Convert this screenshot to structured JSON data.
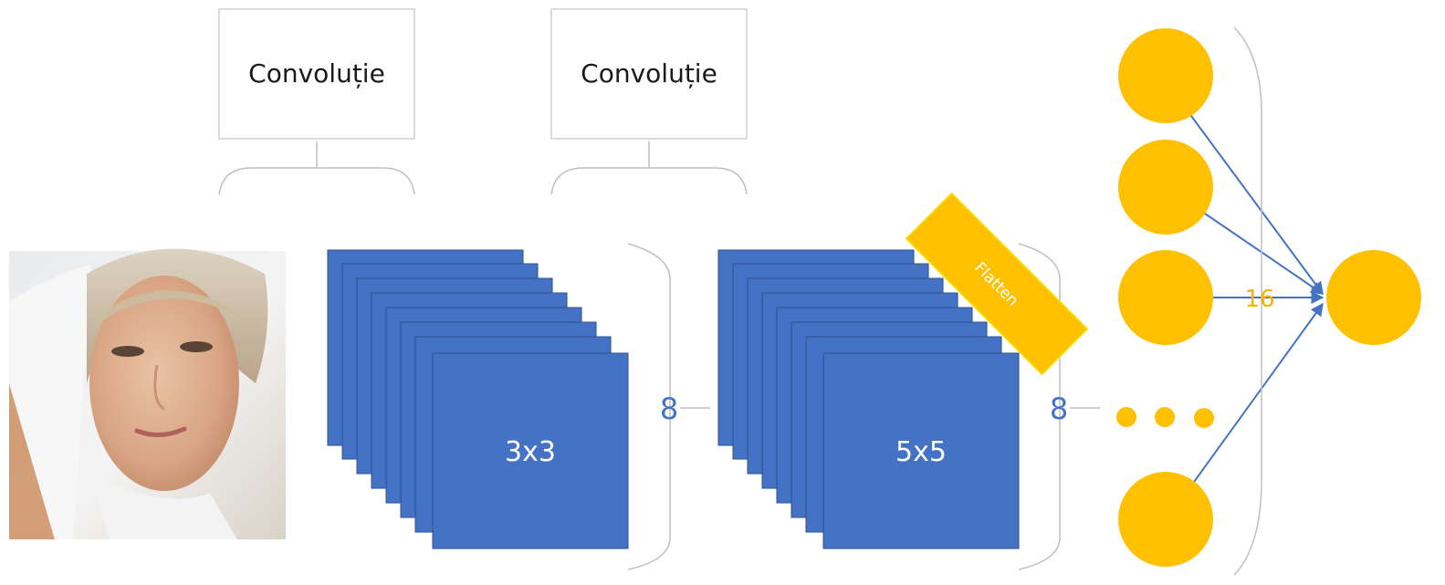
{
  "colors": {
    "feature_map": "#4472C4",
    "feature_map_edge": "#2F528F",
    "neuron": "#FFC000",
    "connection": "#4472C4",
    "brace": "#BFBFBF",
    "box_border": "#D0D0D0"
  },
  "input_image": {
    "icon": "face-photo"
  },
  "conv_boxes": [
    {
      "label": "Convoluție"
    },
    {
      "label": "Convoluție"
    }
  ],
  "feature_stacks": [
    {
      "kernel_label": "3x3",
      "count_label": "8"
    },
    {
      "kernel_label": "5x5",
      "count_label": "8"
    }
  ],
  "flatten": {
    "label": "Flatten"
  },
  "dense_layer": {
    "count_label": "16"
  }
}
